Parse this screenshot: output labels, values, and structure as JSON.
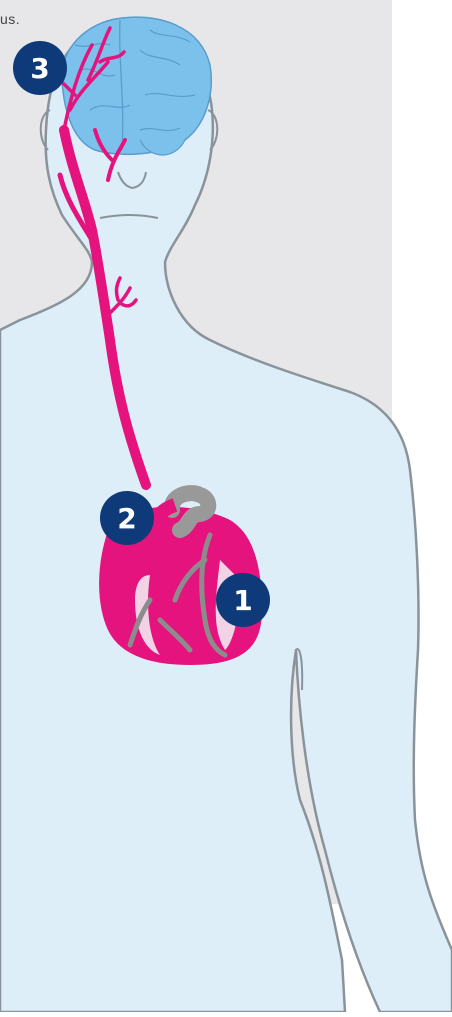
{
  "caption": {
    "text": "us."
  },
  "markers": [
    {
      "label": "3"
    },
    {
      "label": "2"
    },
    {
      "label": "1"
    }
  ],
  "colors": {
    "panel_bg": "#E7E7EA",
    "body_fill": "#DDEEF8",
    "body_outline": "#8A9399",
    "brain_fill": "#7CC1EC",
    "artery": "#E5137D",
    "heart": "#E5137D",
    "vessel_gray": "#8C8C8C",
    "marker_fill": "#0E3A79"
  }
}
